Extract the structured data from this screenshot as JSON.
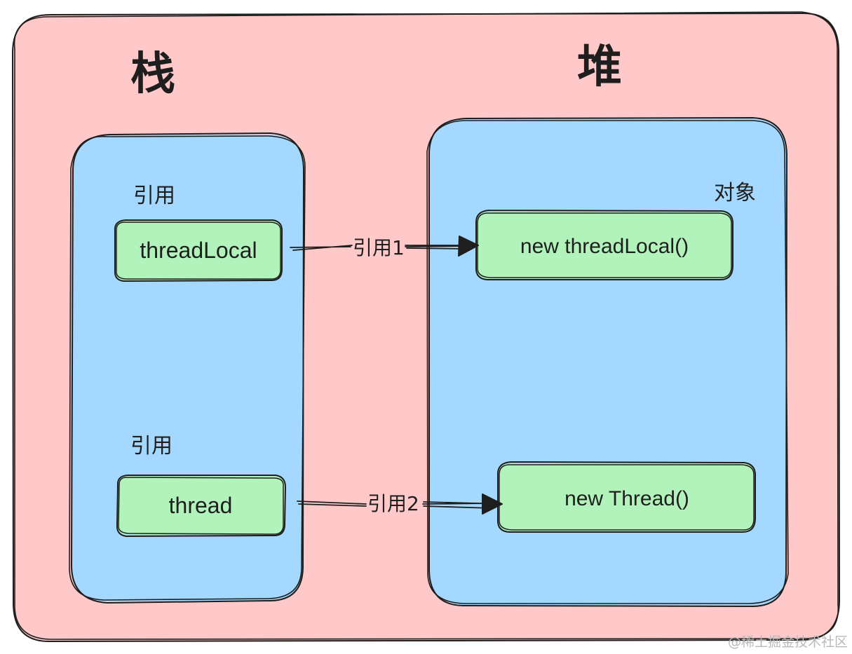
{
  "colors": {
    "outer_fill": "#ffc9c9",
    "panel_fill": "#a5d8ff",
    "node_fill": "#b2f2bb",
    "stroke": "#1e1e1e",
    "watermark": "#b9b9b9"
  },
  "stack": {
    "title": "栈",
    "ref1_label": "引用",
    "ref1_var": "threadLocal",
    "ref2_label": "引用",
    "ref2_var": "thread"
  },
  "heap": {
    "title": "堆",
    "objects_label": "对象",
    "obj1": "new threadLocal()",
    "obj2": "new Thread()"
  },
  "arrows": {
    "arrow1_label": "引用1",
    "arrow2_label": "引用2"
  },
  "watermark": "@稀土掘金技术社区"
}
